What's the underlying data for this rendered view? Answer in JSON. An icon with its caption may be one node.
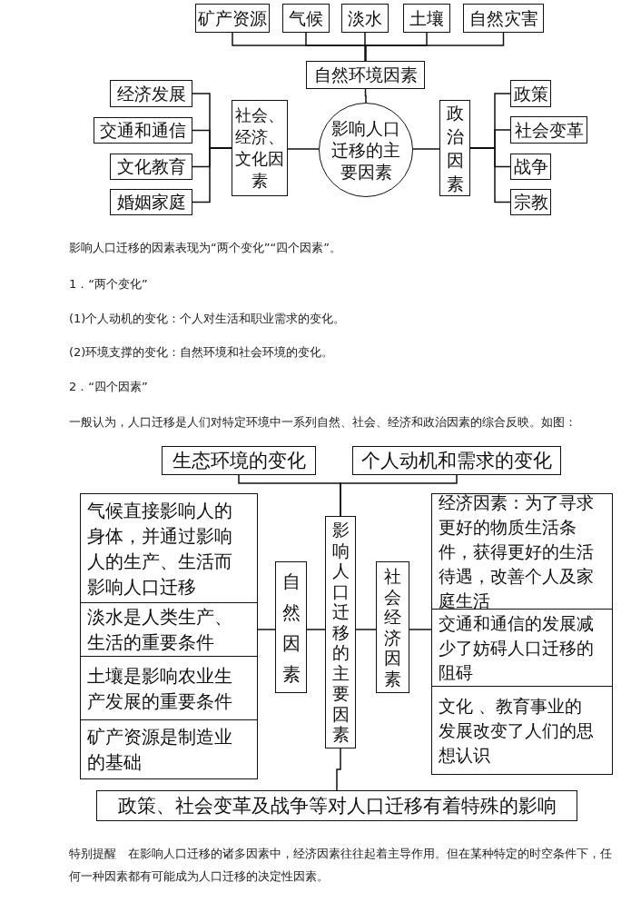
{
  "diagram": {
    "nodes": [
      {
        "text": [
          "矿产资源"
        ]
      },
      {
        "text": [
          "气候"
        ]
      },
      {
        "text": [
          "淡水"
        ]
      },
      {
        "text": [
          "土壤"
        ]
      },
      {
        "text": [
          "自然灾害"
        ]
      },
      {
        "text": [
          "自然环境因素"
        ]
      },
      {
        "text": [
          "影响人口迁移的主要因素"
        ]
      },
      {
        "text": [
          "社会、经济、文化因素"
        ]
      },
      {
        "text": [
          "政治因素"
        ]
      },
      {
        "text": [
          "经济发展"
        ]
      },
      {
        "text": [
          "交通和通信"
        ]
      },
      {
        "text": [
          "文化教育"
        ]
      },
      {
        "text": [
          "婚姻家庭"
        ]
      },
      {
        "text": [
          "政策"
        ]
      },
      {
        "text": [
          "社会变革"
        ]
      },
      {
        "text": [
          "战争"
        ]
      },
      {
        "text": [
          "宗教"
        ]
      },
      {
        "text": [
          "生态环境的变化"
        ]
      },
      {
        "text": [
          "个人动机和需求的变化"
        ]
      },
      {
        "text": [
          "影响人口迁移的主要因素"
        ]
      },
      {
        "text": [
          "气候直接影响人的身体，并通过影响人的生产、生活而影响人口迁移"
        ]
      },
      {
        "text": [
          "淡水是人类生产、生活的重要条件"
        ]
      },
      {
        "text": [
          "土壤是影响农业生产发展的重要条件"
        ]
      },
      {
        "text": [
          "矿产资源是制造业的基础"
        ]
      },
      {
        "text": [
          "自然因素"
        ]
      },
      {
        "text": [
          "社会经济因素"
        ]
      },
      {
        "text": [
          "经济因素：为了寻求更好的物质生活条件，获得更好的生活待遇，改善个人及家庭生活"
        ]
      },
      {
        "text": [
          "交通和通信的发展减少了妨碍人口迁移的阻碍"
        ]
      },
      {
        "text": [
          "文化 、教育事业的发展改变了人们的思想认识"
        ]
      },
      {
        "text": [
          "政策、社会变革及战争等对人口迁移有着特殊的影响"
        ]
      }
    ],
    "edges": [
      {
        "from": 0,
        "to": 5,
        "arrow": "none"
      },
      {
        "from": 1,
        "to": 5,
        "arrow": "none"
      },
      {
        "from": 2,
        "to": 5,
        "arrow": "none"
      },
      {
        "from": 3,
        "to": 5,
        "arrow": "none"
      },
      {
        "from": 4,
        "to": 5,
        "arrow": "none"
      },
      {
        "from": 5,
        "to": 6,
        "arrow": "none"
      },
      {
        "from": 7,
        "to": 6,
        "arrow": "none"
      },
      {
        "from": 8,
        "to": 6,
        "arrow": "none"
      },
      {
        "from": 9,
        "to": 7,
        "arrow": "none"
      },
      {
        "from": 10,
        "to": 7,
        "arrow": "none"
      },
      {
        "from": 11,
        "to": 7,
        "arrow": "none"
      },
      {
        "from": 12,
        "to": 7,
        "arrow": "none"
      },
      {
        "from": 13,
        "to": 8,
        "arrow": "none"
      },
      {
        "from": 14,
        "to": 8,
        "arrow": "none"
      },
      {
        "from": 15,
        "to": 8,
        "arrow": "none"
      },
      {
        "from": 16,
        "to": 8,
        "arrow": "none"
      },
      {
        "from": 17,
        "to": 19,
        "arrow": "none"
      },
      {
        "from": 18,
        "to": 19,
        "arrow": "none"
      },
      {
        "from": 21,
        "to": 24,
        "arrow": "none"
      },
      {
        "from": 24,
        "to": 19,
        "arrow": "none"
      },
      {
        "from": 19,
        "to": 25,
        "arrow": "none"
      },
      {
        "from": 25,
        "to": 27,
        "arrow": "none"
      },
      {
        "from": 19,
        "to": 29,
        "arrow": "none"
      }
    ],
    "labels": [
      "影响人口迁移的因素表现为“两个变化”“四个因素”。",
      "1．“两个变化”",
      "(1)个人动机的变化：个人对生活和职业需求的变化。",
      "(2)环境支撑的变化：自然环境和社会环境的变化。",
      "2．“四个因素”",
      "一般认为，人口迁移是人们对特定环境中一系列自然、社会、经济和政治因素的综合反映。如图：",
      "特别提醒　在影响人口迁移的诸多因素中，经济因素往往起着主导作用。但在某种特定的时空条件下，任何一种因素都有可能成为人口迁移的决定性因素。"
    ]
  }
}
